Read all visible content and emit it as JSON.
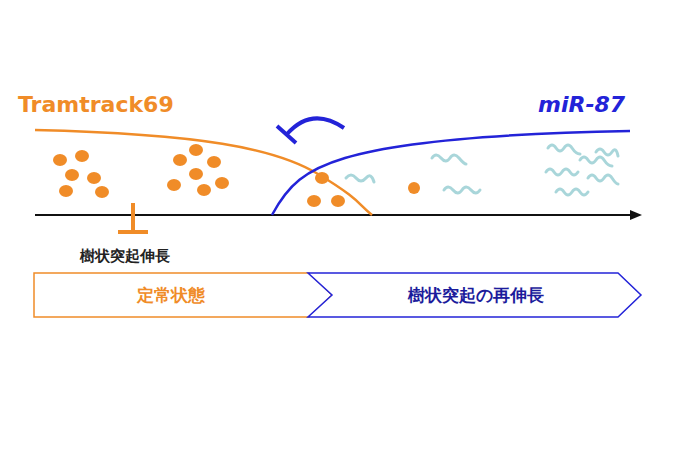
{
  "diagram": {
    "nodes": [
      {
        "text": [
          "定常状態"
        ]
      },
      {
        "text": [
          "樹状突起の再伸長"
        ]
      }
    ],
    "labels": [
      "Tramtrack69",
      "miR-87",
      "樹状突起伸長"
    ]
  }
}
